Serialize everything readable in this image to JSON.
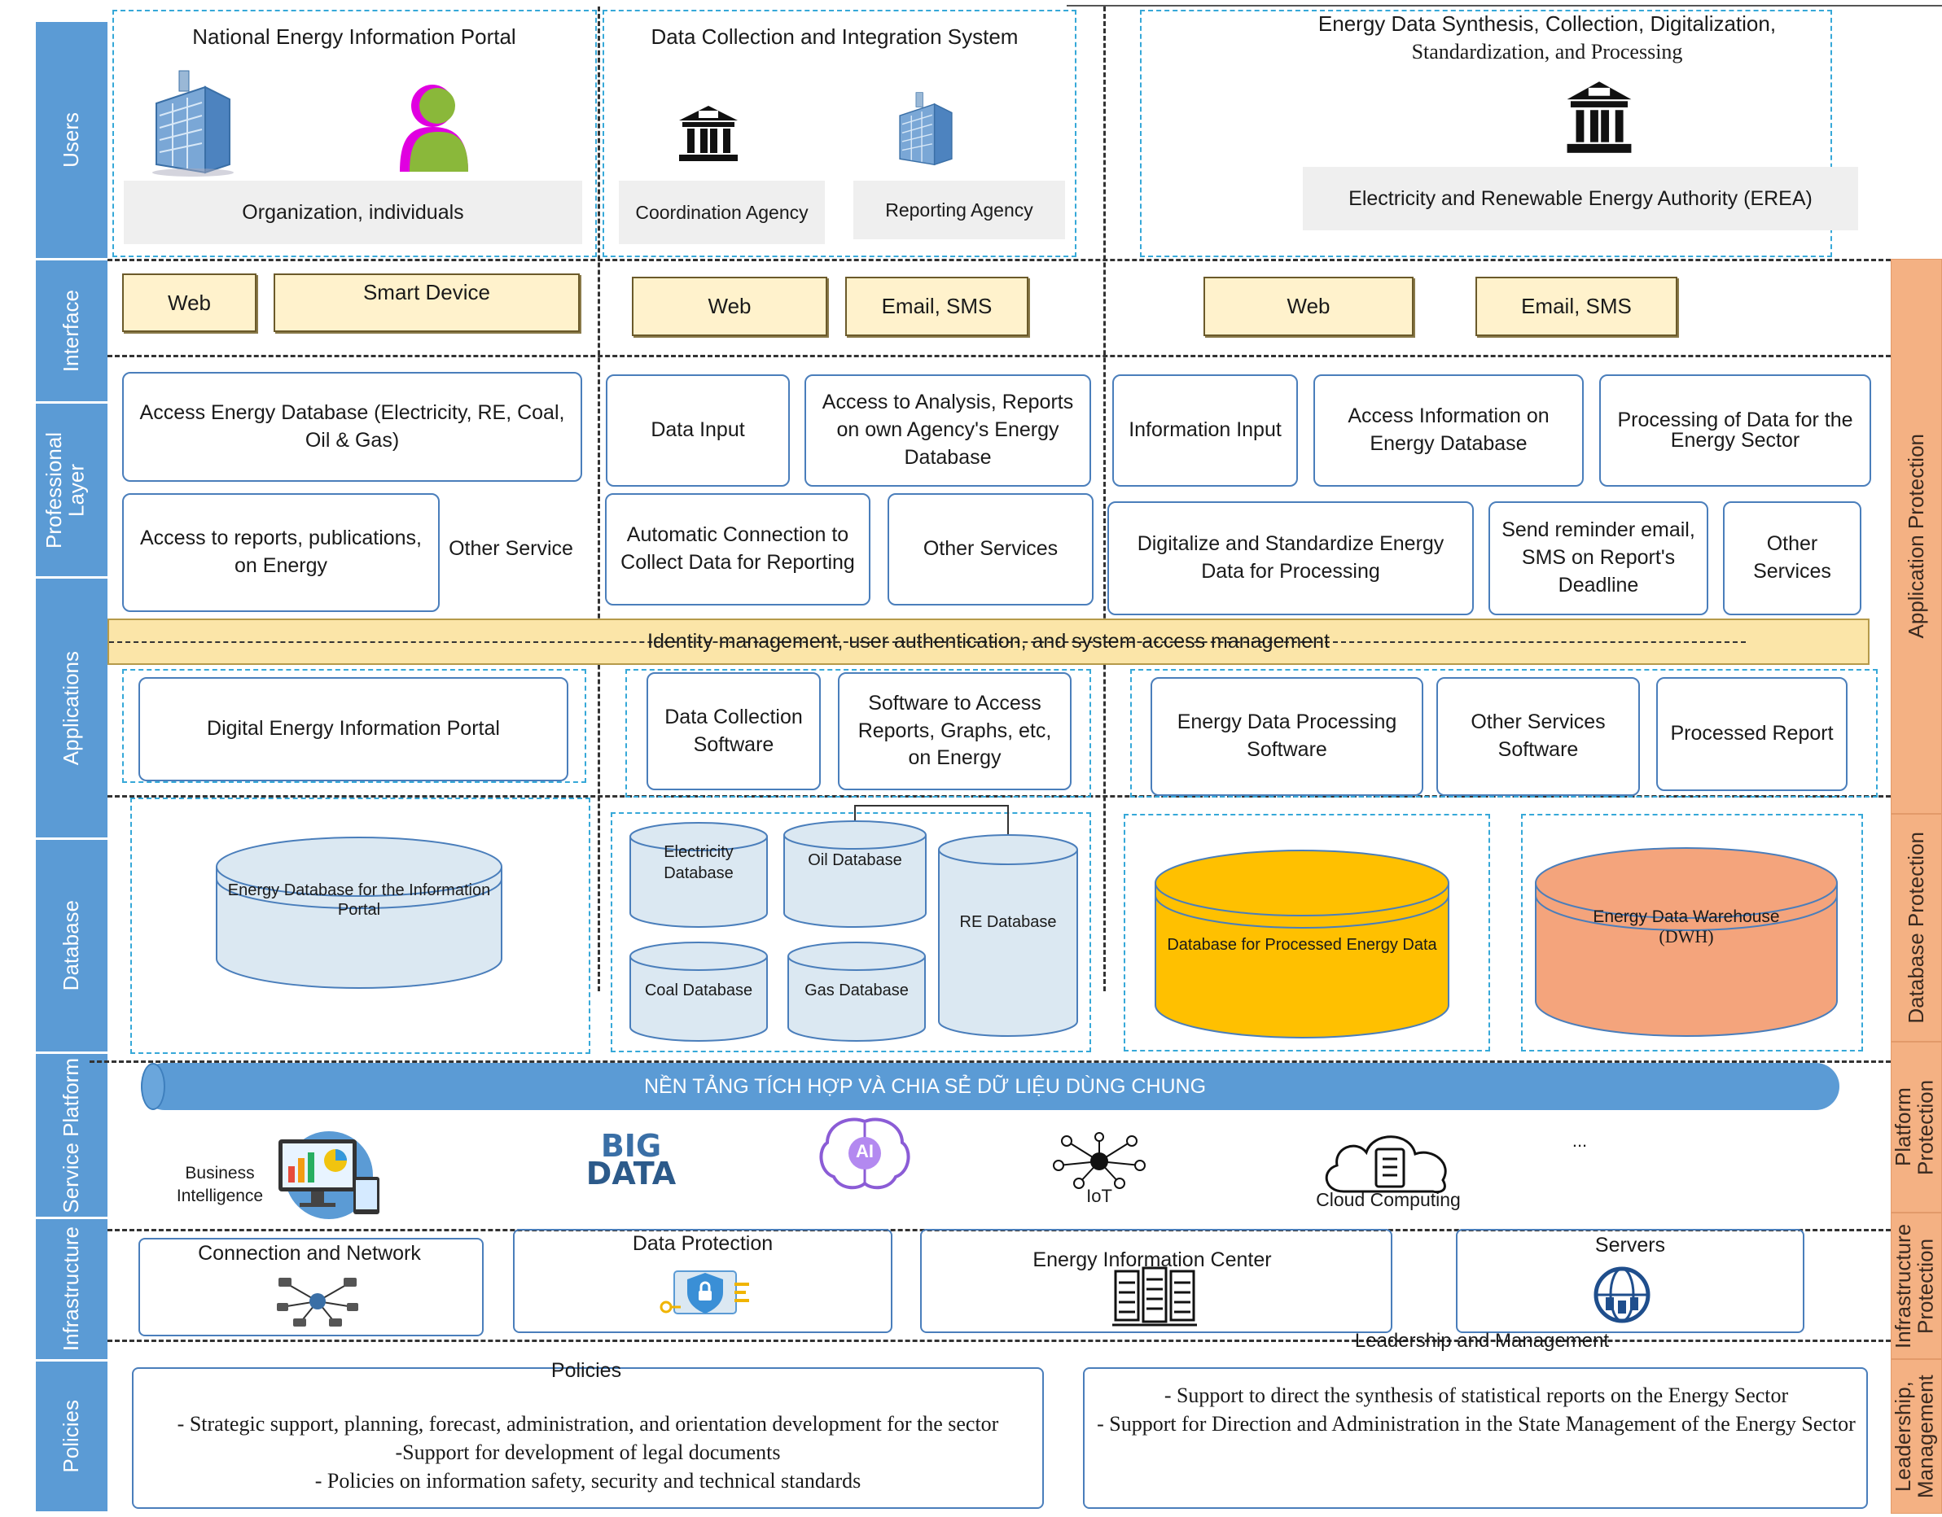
{
  "rows": {
    "users": "Users",
    "interface": "Interface",
    "professional": "Professional Layer",
    "applications": "Applications",
    "database": "Database",
    "service_platform": "Service Platform",
    "infrastructure": "Infrastructure",
    "policies": "Policies"
  },
  "right_rows": {
    "application_protection": "Application Protection",
    "database_protection": "Database Protection",
    "platform_protection": "Platform Protection",
    "infrastructure_protection": "Infrastructure Protection",
    "leadership_management": "Leadership, Management"
  },
  "users": {
    "col1_title": "National Energy Information Portal",
    "col1_box": "Organization, individuals",
    "col2_title": "Data Collection and Integration System",
    "col2_box1": "Coordination Agency",
    "col2_box2": "Reporting Agency",
    "col3_title_line1": "Energy Data Synthesis, Collection, Digitalization,",
    "col3_title_line2": "Standardization, and Processing",
    "col3_box": "Electricity and Renewable Energy Authority (EREA)"
  },
  "interface": {
    "c1_web": "Web",
    "c1_smart": "Smart Device",
    "c2_web": "Web",
    "c2_email": "Email, SMS",
    "c3_web": "Web",
    "c3_email": "Email, SMS"
  },
  "professional": {
    "c1_access_db": "Access Energy Database (Electricity, RE, Coal, Oil & Gas)",
    "c1_access_reports": "Access to reports, publications, on Energy",
    "c1_other": "Other Service",
    "c2_data_input": "Data Input",
    "c2_access_analysis": "Access to Analysis, Reports on own Agency's Energy Database",
    "c2_auto_conn": "Automatic Connection to Collect Data for Reporting",
    "c2_other": "Other Services",
    "c3_info_input": "Information Input",
    "c3_access_info": "Access Information on Energy Database",
    "c3_processing": "Processing of Data for the Energy Sector",
    "c3_digitalize": "Digitalize and Standardize Energy Data for Processing",
    "c3_reminder": "Send reminder email, SMS on Report's Deadline",
    "c3_other": "Other Services"
  },
  "identity_bar": "Identity management, user authentication, and system access management",
  "applications": {
    "c1_portal": "Digital Energy Information Portal",
    "c2_collection": "Data Collection Software",
    "c2_access_sw": "Software to Access Reports, Graphs, etc, on Energy",
    "c3_processing_sw": "Energy Data Processing Software",
    "c3_other_sw": "Other Services Software",
    "c3_processed_report": "Processed Report"
  },
  "database": {
    "portal_db": "Energy Database for the Information Portal",
    "electricity_db": "Electricity Database",
    "oil_db": "Oil Database",
    "re_db": "RE Database",
    "coal_db": "Coal Database",
    "gas_db": "Gas Database",
    "processed_db": "Database for Processed Energy Data",
    "dwh_line1": "Energy Data Warehouse",
    "dwh_line2": "(DWH)"
  },
  "platform": {
    "banner": "NỀN TẢNG TÍCH HỢP VÀ CHIA SẺ DỮ LIỆU DÙNG CHUNG",
    "bi_line1": "Business",
    "bi_line2": "Intelligence",
    "big_line1": "BIG",
    "big_line2": "DATA",
    "ai": "AI",
    "iot": "IoT",
    "cloud": "Cloud Computing",
    "ellipsis": "..."
  },
  "infrastructure": {
    "network": "Connection and Network",
    "data_protection": "Data Protection",
    "info_center": "Energy Information Center",
    "servers": "Servers"
  },
  "policies": {
    "left_title": "Policies",
    "left_line1": "- Strategic support, planning, forecast, administration, and orientation development for the sector",
    "left_line2": "-Support for development of legal documents",
    "left_line3": "- Policies on information safety, security and technical standards",
    "right_title": "Leadership and Management",
    "right_line1": "- Support to direct the synthesis of statistical reports on the Energy Sector",
    "right_line2": "- Support for Direction and Administration in the State Management of the Energy Sector"
  },
  "colors": {
    "side_blue": "#5b9bd5",
    "side_orange": "#f4b183",
    "interface_yellow": "#fff2cc",
    "db_blue": "#dbe8f2",
    "db_gold": "#ffc000",
    "db_salmon": "#f4a47c"
  }
}
